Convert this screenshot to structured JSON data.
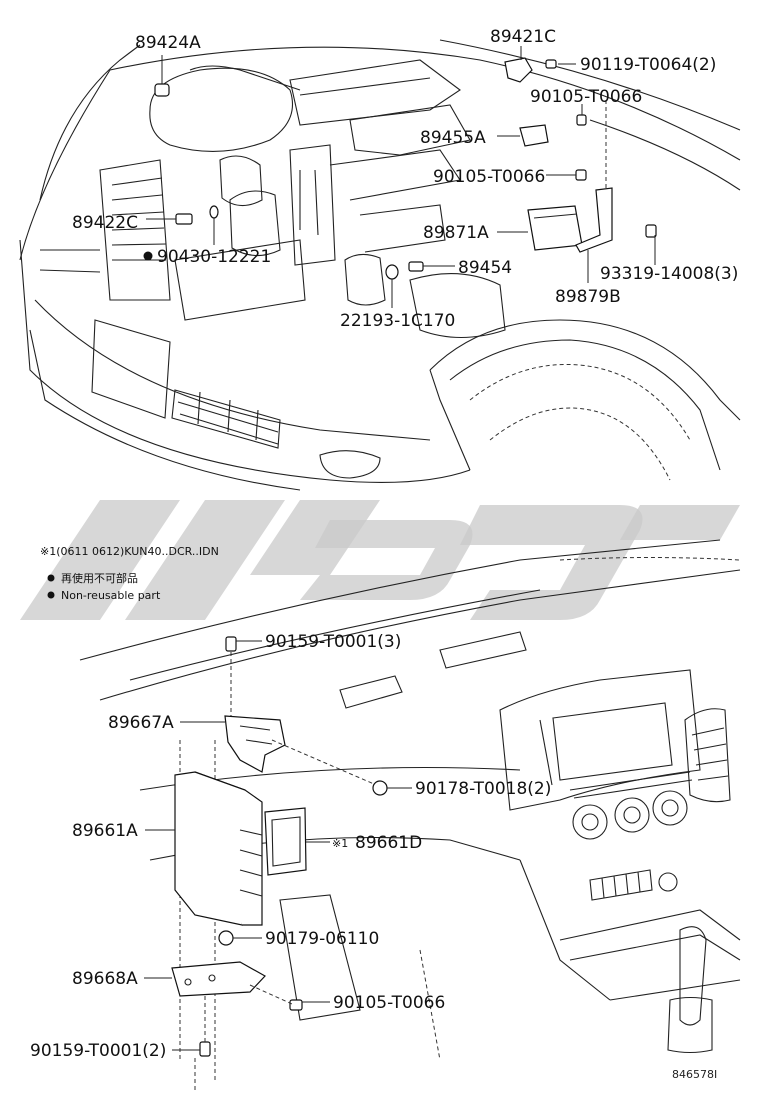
{
  "labels": {
    "p89424A": "89424A",
    "p89421C": "89421C",
    "p90119": "90119-T0064(2)",
    "p90105a": "90105-T0066",
    "p89455A": "89455A",
    "p90105b": "90105-T0066",
    "p89422C": "89422C",
    "p90430": "90430-12221",
    "p89871A": "89871A",
    "p89454": "89454",
    "p93319": "93319-14008(3)",
    "p89879B": "89879B",
    "p22193": "22193-1C170",
    "p90159a": "90159-T0001(3)",
    "p89667A": "89667A",
    "p90178": "90178-T0018(2)",
    "p89661A": "89661A",
    "p89661D": "89661D",
    "p90179": "90179-06110",
    "p89668A": "89668A",
    "p90105c": "90105-T0066",
    "p90159b": "90159-T0001(2)"
  },
  "notes": {
    "footnote": "※1(0611 0612)KUN40..DCR..IDN",
    "legend_jp": "再使用不可部品",
    "legend_en": "Non-reusable part",
    "footnote_marker": "※1"
  },
  "figure_ref": "846578I"
}
